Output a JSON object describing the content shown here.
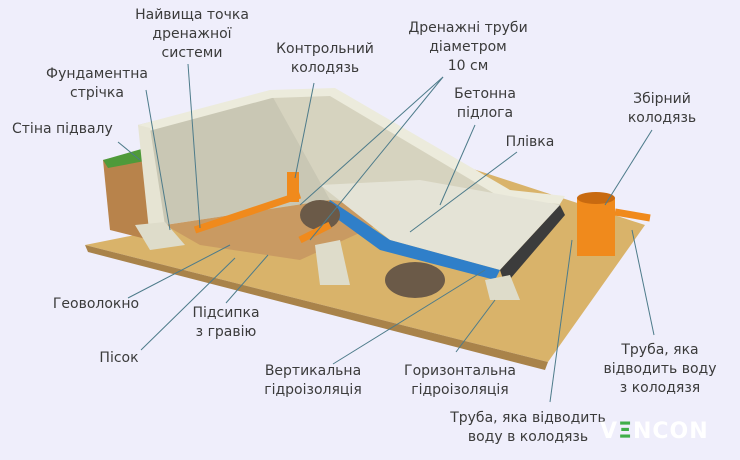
{
  "labels": {
    "highest_point": [
      "Найвища точка",
      "дренажної",
      "системи"
    ],
    "control_well": [
      "Контрольний",
      "колодязь"
    ],
    "drain_pipes": [
      "Дренажні труби",
      "діаметром",
      "10 см"
    ],
    "concrete_floor": [
      "Бетонна",
      "підлога"
    ],
    "film": [
      "Плівка"
    ],
    "collector_well": [
      "Збірний",
      "колодязь"
    ],
    "foundation_strip": [
      "Фундаментна",
      "стрічка"
    ],
    "basement_wall": [
      "Стіна підвалу"
    ],
    "geotextile": [
      "Геоволокно"
    ],
    "sand": [
      "Пісок"
    ],
    "gravel_bed": [
      "Підсипка",
      "з гравію"
    ],
    "vertical_waterproofing": [
      "Вертикальна",
      "гідроізоляція"
    ],
    "horizontal_waterproofing": [
      "Горизонтальна",
      "гідроізоляція"
    ],
    "outlet_pipe": [
      "Труба, яка",
      "відводить воду",
      "з колодязя"
    ],
    "inlet_pipe": [
      "Труба, яка відводить",
      "воду в колодязь"
    ]
  },
  "logo": {
    "text_v": "V",
    "text_e": "Ξ",
    "text_rest": "NCON"
  },
  "colors": {
    "background": "#efeefb",
    "sand": "#d9b36a",
    "pipe": "#f08a1c",
    "wall": "#e3e1cf",
    "film": "#2f7fc9",
    "leader": "#4d7b8a",
    "logo_accent": "#3fae49"
  }
}
